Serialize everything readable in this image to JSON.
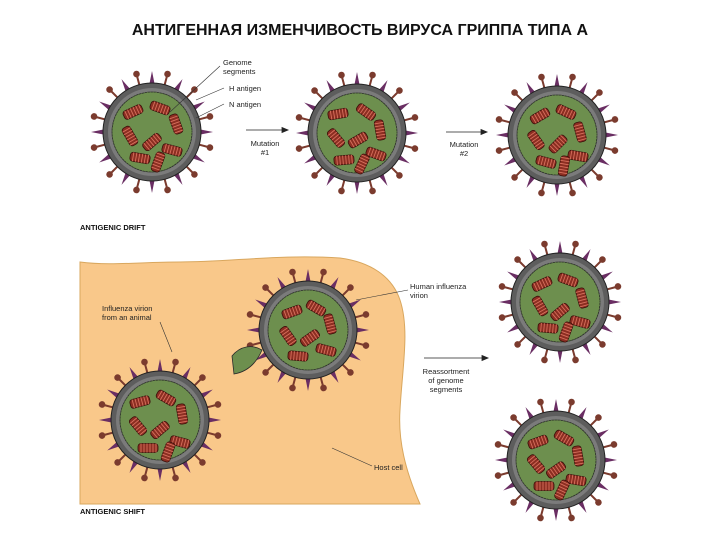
{
  "title": "АНТИГЕННАЯ ИЗМЕНЧИВОСТЬ ВИРУСА ГРИППА ТИПА А",
  "drift": {
    "section_label": "ANTIGENIC DRIFT",
    "labels": {
      "genome_segments": [
        "Genome",
        "segments"
      ],
      "h_antigen": "H antigen",
      "n_antigen": "N antigen",
      "mutation1": [
        "Mutation",
        "#1"
      ],
      "mutation2": [
        "Mutation",
        "#2"
      ]
    }
  },
  "shift": {
    "section_label": "ANTIGENIC SHIFT",
    "labels": {
      "animal_virion": [
        "Influenza virion",
        "from an animal"
      ],
      "human_virion": [
        "Human influenza",
        "virion"
      ],
      "reassortment": [
        "Reassortment",
        "of genome",
        "segments"
      ],
      "host_cell": "Host cell"
    }
  },
  "colors": {
    "host_cell": "#f9c88a",
    "host_cell_edge": "#d9a75e",
    "spike_h": "#7b3b2e",
    "spike_n": "#6a2e63",
    "envelope": "#6b6b6b",
    "core": "#6d8f4e",
    "segment": "#8c2e22"
  },
  "icons": [
    "virion-icon",
    "arrow-icon",
    "leader-line"
  ]
}
